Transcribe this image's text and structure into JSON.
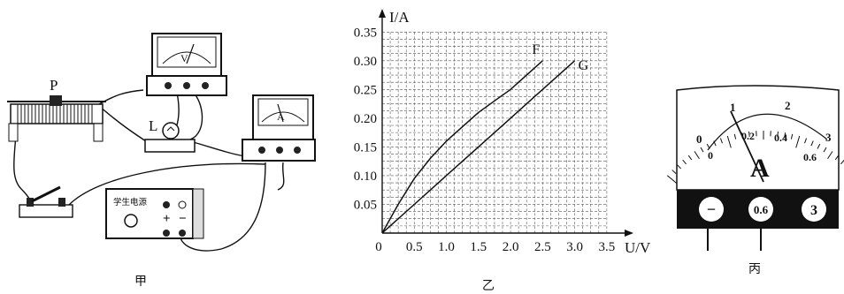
{
  "panels": {
    "jia": {
      "caption": "甲",
      "rheostat_label": "P",
      "lamp_label": "L",
      "voltmeter_letter": "V",
      "ammeter_letter": "A",
      "power_supply_label": "学生电源",
      "plus": "+",
      "minus": "−"
    },
    "yi": {
      "caption": "乙"
    },
    "bing": {
      "caption": "丙",
      "meter_letter": "A",
      "outer_scale": [
        "0",
        "1",
        "2",
        "3"
      ],
      "inner_scale": [
        "0",
        "0.2",
        "0.4",
        "0.6"
      ],
      "terminals": [
        "−",
        "0.6",
        "3"
      ]
    }
  },
  "chart_data": {
    "type": "line",
    "xlabel": "U/V",
    "ylabel": "I/A",
    "x_ticks": [
      "0",
      "0.5",
      "1.0",
      "1.5",
      "2.0",
      "2.5",
      "3.0",
      "3.5"
    ],
    "y_ticks": [
      "0.05",
      "0.10",
      "0.15",
      "0.20",
      "0.25",
      "0.30",
      "0.35"
    ],
    "xlim": [
      0,
      3.75
    ],
    "ylim": [
      0,
      0.375
    ],
    "grid": true,
    "series": [
      {
        "name": "F",
        "x": [
          0,
          0.25,
          0.5,
          0.75,
          1.0,
          1.25,
          1.5,
          1.75,
          2.0,
          2.25,
          2.5
        ],
        "y": [
          0,
          0.05,
          0.095,
          0.13,
          0.16,
          0.185,
          0.21,
          0.23,
          0.25,
          0.275,
          0.3
        ]
      },
      {
        "name": "G",
        "x": [
          0,
          0.5,
          1.0,
          1.5,
          2.0,
          2.5,
          3.0
        ],
        "y": [
          0,
          0.05,
          0.1,
          0.15,
          0.2,
          0.25,
          0.3
        ]
      }
    ]
  }
}
